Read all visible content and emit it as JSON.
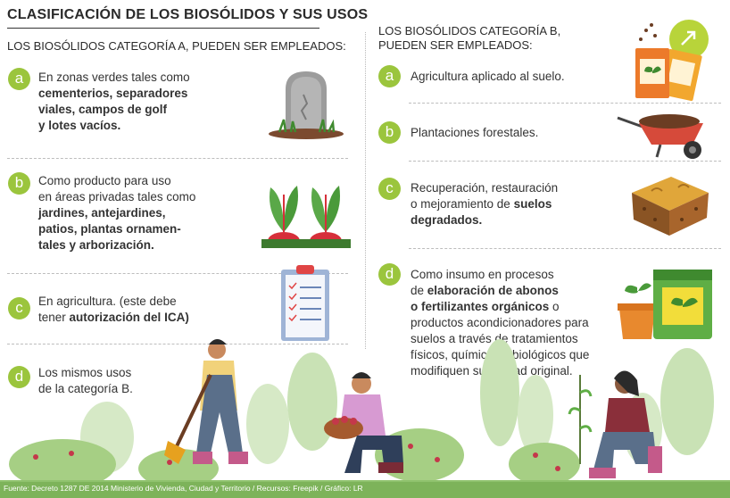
{
  "title": "CLASIFICACIÓN DE LOS BIOSÓLIDOS Y SUS USOS",
  "cat_a": {
    "heading": "LOS BIOSÓLIDOS CATEGORÍA A, PUEDEN SER EMPLEADOS:",
    "items": [
      {
        "letter": "a",
        "pre": "En zonas verdes tales como",
        "bold": [
          "cementerios, separadores",
          "viales, campos de golf",
          "y lotes vacíos."
        ],
        "icon": "tombstone-icon"
      },
      {
        "letter": "b",
        "pre1": "Como producto para uso",
        "pre2": "en áreas privadas tales como",
        "bold": [
          "jardines, antejardines,",
          "patios, plantas ornamen-",
          "tales y arborización."
        ],
        "icon": "beet-plants-icon"
      },
      {
        "letter": "c",
        "pre": "En agricultura. (este debe",
        "pre2": "tener",
        "bold": "autorización del ICA)",
        "icon": "clipboard-checklist-icon"
      },
      {
        "letter": "d",
        "lines": [
          "Los mismos usos",
          "de la categoría B."
        ]
      }
    ]
  },
  "cat_b": {
    "heading_line1": "LOS BIOSÓLIDOS CATEGORÍA B,",
    "heading_line2": "PUEDEN SER EMPLEADOS:",
    "items": [
      {
        "letter": "a",
        "text": "Agricultura aplicado al suelo.",
        "icon": "seed-packets-icon"
      },
      {
        "letter": "b",
        "text": "Plantaciones forestales.",
        "icon": "wheelbarrow-icon"
      },
      {
        "letter": "c",
        "pre1": "Recuperación, restauración",
        "pre2": "o mejoramiento de",
        "bold1": "suelos",
        "bold2": "degradados.",
        "icon": "soil-block-icon"
      },
      {
        "letter": "d",
        "pre1": "Como insumo en procesos",
        "pre2": "de",
        "bold1": "elaboración de abonos",
        "bold2": "o fertilizantes orgánicos",
        "post2": " o",
        "lines": [
          "productos acondicionadores para",
          "suelos a través de tratamientos",
          "físicos, químicos y biológicos que",
          "modifiquen su calidad original."
        ],
        "icon": "fertilizer-bag-icon"
      }
    ]
  },
  "footer": "Fuente: Decreto 1287 DE 2014 Ministerio de Vivienda, Ciudad y Territorio / Recursos: Freepik / Gráfico: LR",
  "colors": {
    "badge": "#9bc53d",
    "ground": "#9ecb7a",
    "tree": "#c9e2b5"
  }
}
